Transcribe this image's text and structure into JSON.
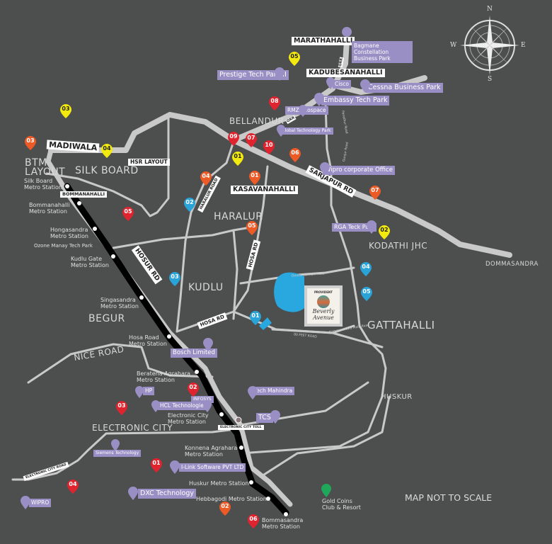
{
  "map": {
    "note": "MAP NOT TO SCALE",
    "colors": {
      "background": "#4d4e4e",
      "road": "#c9c9c9",
      "metro_line": "#000000",
      "lake": "#29a8e0",
      "poi": "#9a8fc4",
      "pin_red": "#e0242f",
      "pin_orange": "#ec5a26",
      "pin_yellow": "#f2ea0f",
      "pin_blue": "#2aa3d9",
      "pin_green": "#1fa85a"
    },
    "compass": {
      "n": "N",
      "s": "S",
      "e": "E",
      "w": "W"
    },
    "project": {
      "brand": "PROVIDENT",
      "name_line1": "Beverly",
      "name_line2": "Avenue"
    },
    "boxed_labels": {
      "marathahalli": "MARATHAHALLI",
      "kadubesanahalli": "KADUBESANAHALLI",
      "madiwala": "MADIWALA",
      "hsr_layout": "HSR LAYOUT",
      "kasavanahalli": "KASAVANAHALLI",
      "bommanahalli": "BOMMANAHALLI"
    },
    "road_tags": {
      "sarjapur_rd": "SARJAPUR RD",
      "hosur_rd": "HOSUR RD",
      "hosa_rd_1": "HOSA RD",
      "hosa_rd_2": "HOSA RD",
      "haralur_road": "HARALUR ROAD",
      "orr_1": "ORR",
      "orr_2": "ORR",
      "electronic_city_road": "ELECTRONIC CITY ROAD",
      "electronic_city_toll": "ELECTRONIC CITY TOLL"
    },
    "small_road_names": {
      "panathur_road": "Panathur Road",
      "gunjur_road": "Gunjur Road",
      "dodda_kannalli_road": "Dodda Kannalli Road",
      "ring_road_80ft": "80 FEET ROAD",
      "kammasandra_main_road": "Kammasandra Main Road"
    },
    "areas": {
      "bellandur": "BELLANDUR",
      "btm_layout_1": "BTM",
      "btm_layout_2": "LAYOUT",
      "silk_board": "SILK BOARD",
      "haralur": "HARALUR",
      "kodathi_jhc": "KODATHI JHC",
      "dommasandra": "DOMMASANDRA",
      "kudlu": "KUDLU",
      "begur": "BEGUR",
      "gattahalli": "GATTAHALLI",
      "huskur": "HUSKUR",
      "nice_road": "NICE ROAD",
      "electronic_city": "ELECTRONIC CITY",
      "ozone": "Ozone Manay Tech Park",
      "gold_coins": "Gold Coins",
      "gold_coins_2": "Club & Resort"
    },
    "metro_stations": [
      {
        "l1": "Silk Board",
        "l2": "Metro Station"
      },
      {
        "l1": "Bommanahalli",
        "l2": "Metro Station"
      },
      {
        "l1": "Hongasandra",
        "l2": "Metro Station"
      },
      {
        "l1": "Kudlu Gate",
        "l2": "Metro Station"
      },
      {
        "l1": "Singasandra",
        "l2": "Metro Station"
      },
      {
        "l1": "Hosa Road",
        "l2": "Metro Station"
      },
      {
        "l1": "Beratena Agrahara",
        "l2": "Metro Station"
      },
      {
        "l1": "Electronic City",
        "l2": "Metro Station"
      },
      {
        "l1": "Konnena Agrahara",
        "l2": "Metro Station"
      },
      {
        "l1": "Huskur Metro Station",
        "l2": ""
      },
      {
        "l1": "Hebbagodi Metro Station",
        "l2": ""
      },
      {
        "l1": "Bommasandra",
        "l2": "Metro Station"
      }
    ],
    "pois": [
      "Bagmane Constellation Business Park",
      "Prestige Tech Park II",
      "Cisco",
      "Cessna Business Park",
      "Embassy Tech Park",
      "RMZ Ecospace",
      "Global Technology Park",
      "Wipro corporate Office",
      "RGA Teck Park",
      "Bosch Limited",
      "HP",
      "INFOSYS",
      "HCL Technologies",
      "Tech Mahindra",
      "TCS",
      "Siemens Technology",
      "I-Link Software PVT LTD",
      "DXC Technology",
      "WIPRO"
    ],
    "pins": [
      {
        "num": "05",
        "color": "yellow"
      },
      {
        "num": "03",
        "color": "yellow"
      },
      {
        "num": "04",
        "color": "yellow"
      },
      {
        "num": "01",
        "color": "yellow"
      },
      {
        "num": "02",
        "color": "yellow"
      },
      {
        "num": "08",
        "color": "red"
      },
      {
        "num": "09",
        "color": "red"
      },
      {
        "num": "07",
        "color": "red"
      },
      {
        "num": "10",
        "color": "red"
      },
      {
        "num": "05",
        "color": "red"
      },
      {
        "num": "02",
        "color": "red"
      },
      {
        "num": "03",
        "color": "red"
      },
      {
        "num": "01",
        "color": "red"
      },
      {
        "num": "04",
        "color": "red"
      },
      {
        "num": "06",
        "color": "red"
      },
      {
        "num": "03",
        "color": "orange"
      },
      {
        "num": "06",
        "color": "orange"
      },
      {
        "num": "04",
        "color": "orange"
      },
      {
        "num": "01",
        "color": "orange"
      },
      {
        "num": "07",
        "color": "orange"
      },
      {
        "num": "05",
        "color": "orange"
      },
      {
        "num": "02",
        "color": "orange"
      },
      {
        "num": "02",
        "color": "blue"
      },
      {
        "num": "03",
        "color": "blue"
      },
      {
        "num": "04",
        "color": "blue"
      },
      {
        "num": "05",
        "color": "blue"
      },
      {
        "num": "01",
        "color": "blue"
      }
    ]
  }
}
